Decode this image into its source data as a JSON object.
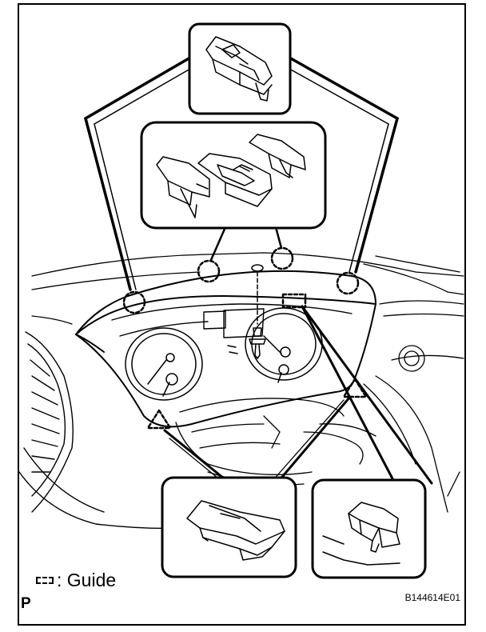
{
  "legend": {
    "symbol": "dashed-rectangle",
    "label": ": Guide"
  },
  "figure_code": "B144614E01",
  "page_letter": "P",
  "markers": {
    "clip_symbol": "dashed-circle",
    "claw_symbol": "dashed-triangle",
    "guide_symbol": "dashed-rectangle"
  },
  "colors": {
    "line": "#000000",
    "background": "#ffffff"
  }
}
